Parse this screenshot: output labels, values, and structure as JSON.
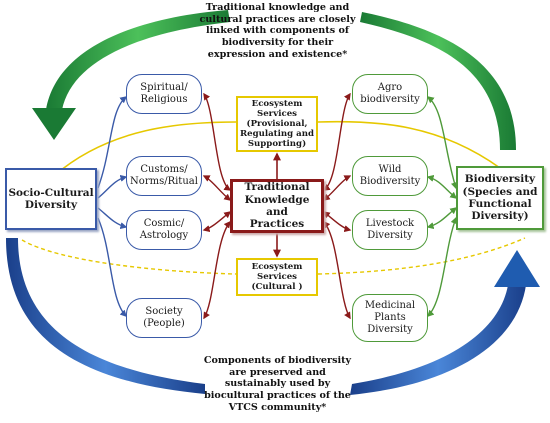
{
  "top_caption": [
    "Traditional knowledge and",
    "cultural practices are closely",
    "linked with components of",
    "biodiversity for their",
    "expression and existence*"
  ],
  "bottom_caption": [
    "Components of biodiversity",
    "are preserved and",
    "sustainably used by",
    "biocultural practices of the",
    "VTCS community*"
  ],
  "left_box": [
    "Socio-Cultural",
    "Diversity"
  ],
  "right_box": [
    "Biodiversity",
    "(Species and",
    "Functional",
    "Diversity)"
  ],
  "center_box": [
    "Traditional",
    "Knowledge and",
    "Practices"
  ],
  "ecosystem_top": [
    "Ecosystem Services",
    "(Provisional,",
    "Regulating and",
    "Supporting)"
  ],
  "ecosystem_bottom": [
    "Ecosystem Services",
    "(Cultural )"
  ],
  "left_nodes": [
    [
      "Spiritual/",
      "Religious"
    ],
    [
      "Customs/",
      "Norms/Ritual"
    ],
    [
      "Cosmic/",
      "Astrology"
    ],
    [
      "Society",
      "(People)"
    ]
  ],
  "right_nodes": [
    [
      "Agro",
      "biodiversity"
    ],
    [
      "Wild",
      "Biodiversity"
    ],
    [
      "Livestock",
      "Diversity"
    ],
    [
      "Medicinal",
      "Plants",
      "Diversity"
    ]
  ],
  "colors": {
    "blue": "#3a5aa8",
    "green": "#4f9a3a",
    "red": "#8a1a1a",
    "yellow": "#e6c800",
    "arrow_green": "#1f8a3c",
    "arrow_blue": "#1f5cb0"
  }
}
